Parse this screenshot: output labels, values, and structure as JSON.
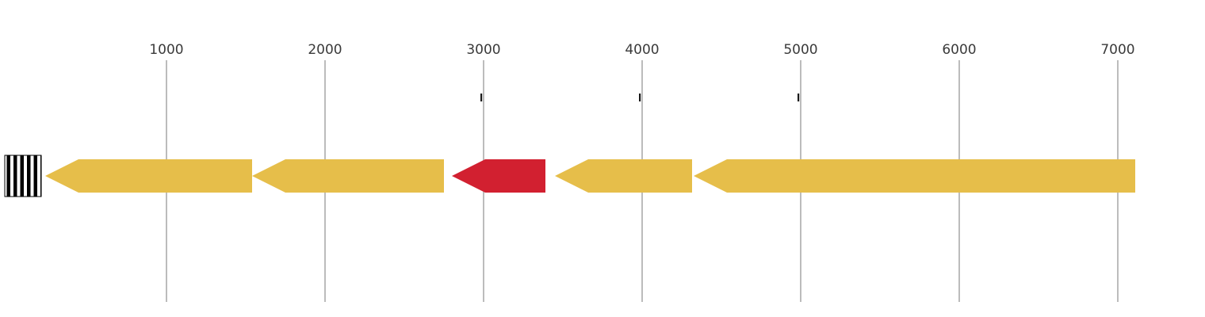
{
  "figure": {
    "kind": "gene-map",
    "background": "#ffffff",
    "axis": {
      "ticks": [
        {
          "value": 1000,
          "label": "1000"
        },
        {
          "value": 2000,
          "label": "2000"
        },
        {
          "value": 3000,
          "label": "3000"
        },
        {
          "value": 4000,
          "label": "4000"
        },
        {
          "value": 5000,
          "label": "5000"
        },
        {
          "value": 6000,
          "label": "6000"
        },
        {
          "value": 7000,
          "label": "7000"
        }
      ],
      "minor_mark_values": [
        3000,
        4000,
        5000
      ],
      "gridline_color": "#8f8f8f",
      "label_color": "#3a3a3a",
      "minor_mark_color": "#1a1a1a"
    },
    "colors": {
      "gold": "#E6BE4A",
      "red": "#D22030",
      "hatch_fg": "#000000",
      "hatch_bg": "#ffffff"
    },
    "features": [
      {
        "id": "hatched-region",
        "kind": "hatched-box",
        "direction": "none",
        "start": -20,
        "end": 210,
        "fill": "hatch"
      },
      {
        "id": "gene-1",
        "kind": "arrow",
        "direction": "left",
        "start": 235,
        "end": 1540,
        "fill": "gold"
      },
      {
        "id": "gene-2",
        "kind": "arrow",
        "direction": "left",
        "start": 1540,
        "end": 2750,
        "fill": "gold"
      },
      {
        "id": "gene-3",
        "kind": "arrow",
        "direction": "left",
        "start": 2800,
        "end": 3390,
        "fill": "red"
      },
      {
        "id": "gene-4",
        "kind": "arrow",
        "direction": "left",
        "start": 3450,
        "end": 4315,
        "fill": "gold"
      },
      {
        "id": "gene-5",
        "kind": "arrow",
        "direction": "left",
        "start": 4325,
        "end": 7110,
        "fill": "gold"
      }
    ]
  }
}
